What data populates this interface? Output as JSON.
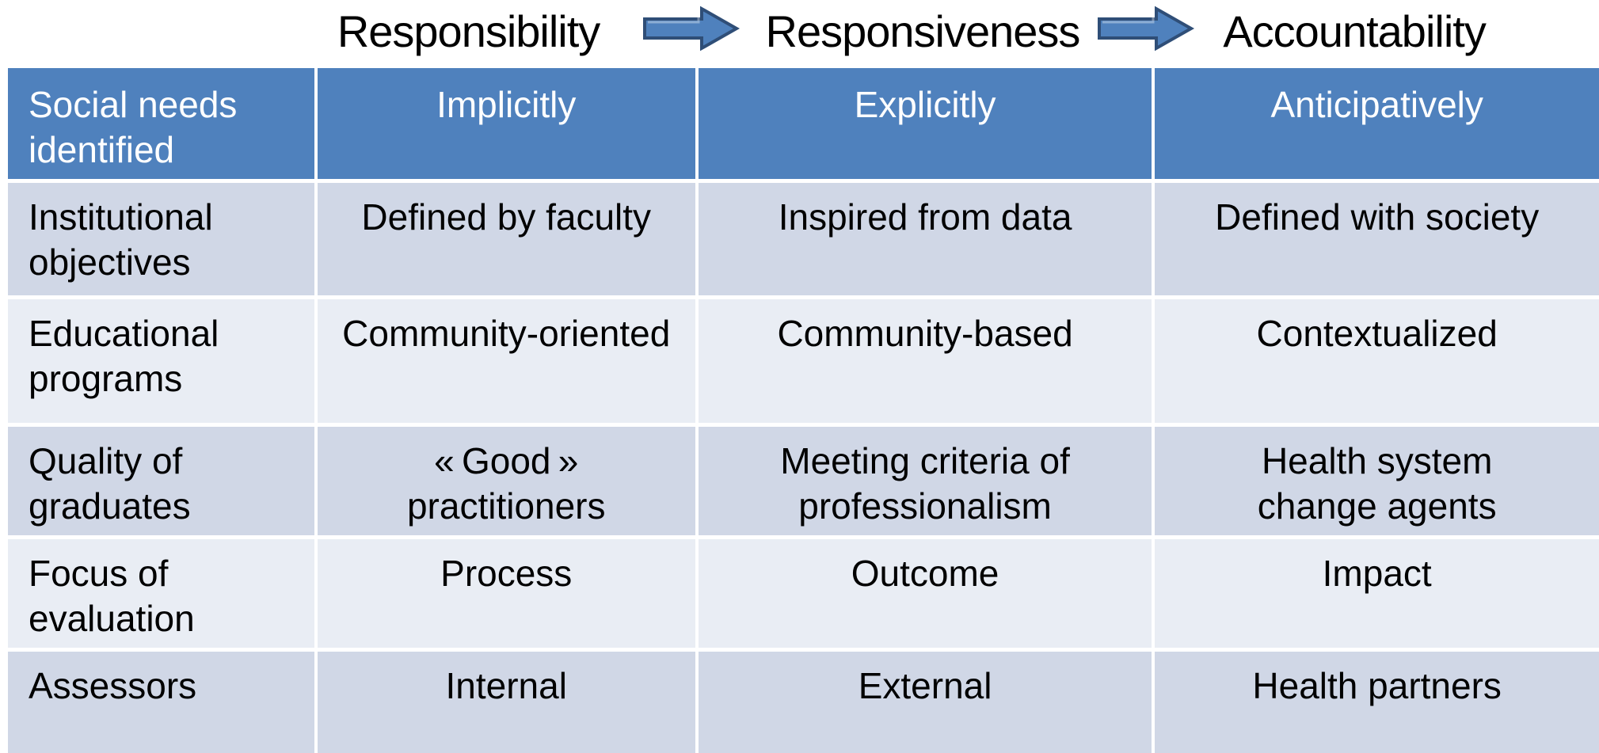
{
  "stage_flow": {
    "stages": [
      "Responsibility",
      "Responsiveness",
      "Accountability"
    ],
    "arrow_icon": "block-right-arrow"
  },
  "table": {
    "header": {
      "col0": "Social needs\nidentified",
      "col1": "Implicitly",
      "col2": "Explicitly",
      "col3": "Anticipatively"
    },
    "rows": [
      {
        "col0": "Institutional\nobjectives",
        "col1": "Defined by faculty",
        "col2": "Inspired from data",
        "col3": "Defined with society"
      },
      {
        "col0": "Educational\nprograms",
        "col1": "Community-oriented",
        "col2": "Community-based",
        "col3": "Contextualized"
      },
      {
        "col0": "Quality of\ngraduates",
        "col1": "« Good »\npractitioners",
        "col2": "Meeting criteria of\nprofessionalism",
        "col3": "Health system\nchange agents"
      },
      {
        "col0": "Focus of\nevaluation",
        "col1": "Process",
        "col2": "Outcome",
        "col3": "Impact"
      },
      {
        "col0": "Assessors",
        "col1": "Internal",
        "col2": "External",
        "col3": "Health partners"
      }
    ]
  },
  "colors": {
    "header_bg": "#4f81bd",
    "row_odd_bg": "#d0d7e6",
    "row_even_bg": "#e9edf4",
    "header_text": "#ffffff",
    "body_text": "#000000",
    "arrow_fill": "#4f81bd",
    "arrow_border": "#2f4e77",
    "background": "#ffffff"
  }
}
